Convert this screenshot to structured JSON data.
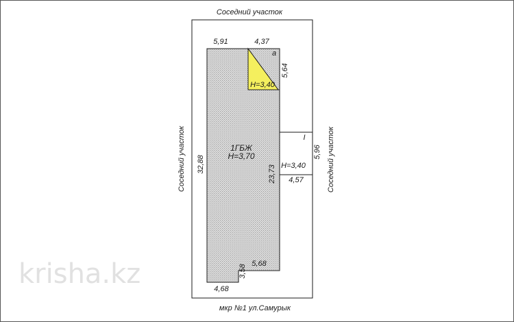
{
  "colors": {
    "hatch": "#9a9a9a",
    "hatch_bg": "#e6e6e6",
    "annex": "#f4ef5e",
    "line": "#1a1a1a",
    "watermark": "#e1e1e1"
  },
  "plot": {
    "top_label": "Соседний участок",
    "left_label": "Соседний участок",
    "right_label": "Соседний участок",
    "bottom_label": "мкр №1 ул.Самурык"
  },
  "building": {
    "name": "1ГБЖ",
    "height": "H=3,70",
    "dims": {
      "top_main": "5,91",
      "top_annex": "4,37",
      "annex_side": "5,64",
      "left": "32,88",
      "right_lower": "23,73",
      "notch_top": "5,68",
      "notch_side": "3,58",
      "bottom": "4,68"
    }
  },
  "annex_a": {
    "letter": "а",
    "height": "H=3,40"
  },
  "annex_i": {
    "letter": "I",
    "height": "H=3,40",
    "dim_side": "5,96",
    "dim_bottom": "4,57"
  },
  "watermark": "krisha.kz"
}
